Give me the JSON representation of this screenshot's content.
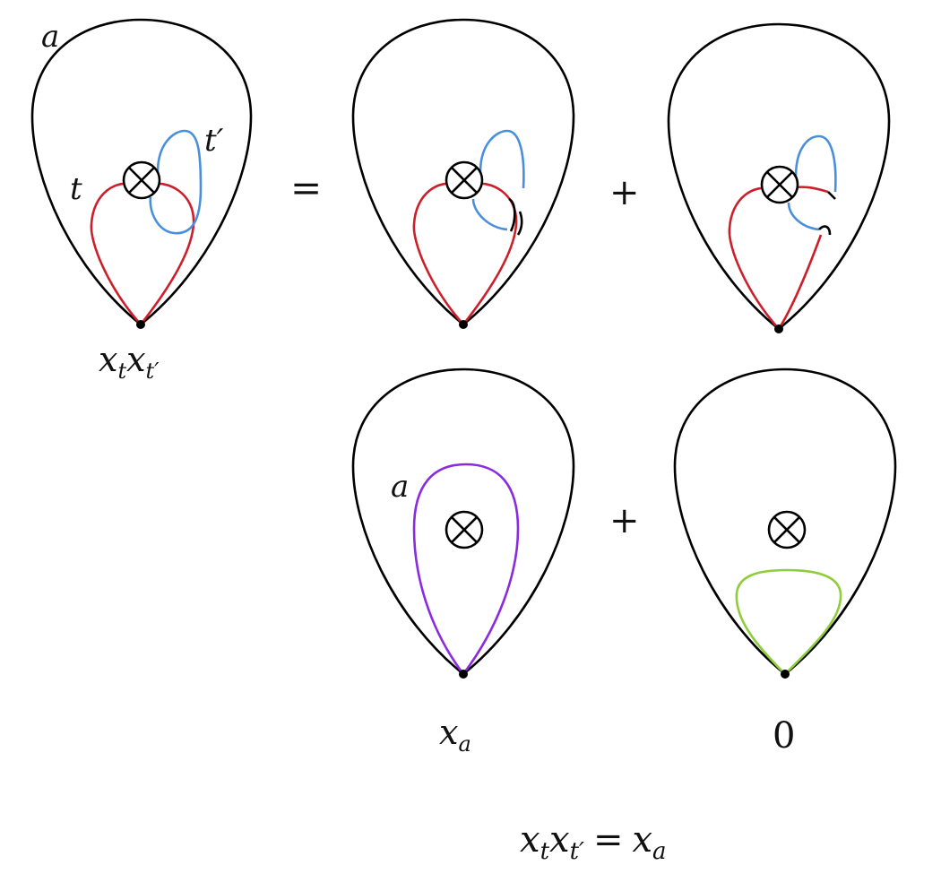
{
  "colors": {
    "outline": "#000000",
    "red": "#cc1f2a",
    "blue": "#4a8fdc",
    "purple": "#8a2be2",
    "green": "#8fce3a",
    "black_arc": "#000000"
  },
  "labels": {
    "a_top": "a",
    "t": "t",
    "t_prime_base": "t",
    "prime": "′",
    "equals": "=",
    "plus_top": "+",
    "plus_bottom": "+",
    "a_inner": "a",
    "x": "x",
    "sub_t": "t",
    "sub_tprime": "t′",
    "sub_a": "a",
    "zero": "0",
    "final_equals": "="
  }
}
